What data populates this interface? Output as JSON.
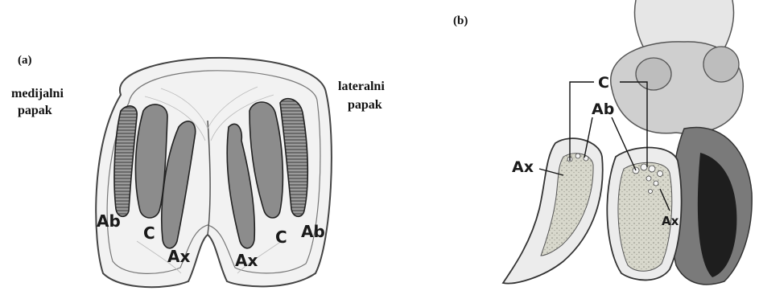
{
  "panel_a": {
    "tag": "(a)",
    "medial": {
      "line1": "medijalni",
      "line2": "papak"
    },
    "lateral": {
      "line1": "lateralni",
      "line2": "papak"
    },
    "labels": {
      "ab_left": "Ab",
      "c_left": "C",
      "ax_left": "Ax",
      "ax_right": "Ax",
      "c_right": "C",
      "ab_right": "Ab"
    }
  },
  "panel_b": {
    "tag": "(b)",
    "labels": {
      "c": "C",
      "ab": "Ab",
      "ax_left": "Ax",
      "ax_right": "Ax"
    }
  },
  "colors": {
    "region_fill": "#8c8c8c",
    "outline": "#222222",
    "sketch": "#9a9a9a"
  }
}
